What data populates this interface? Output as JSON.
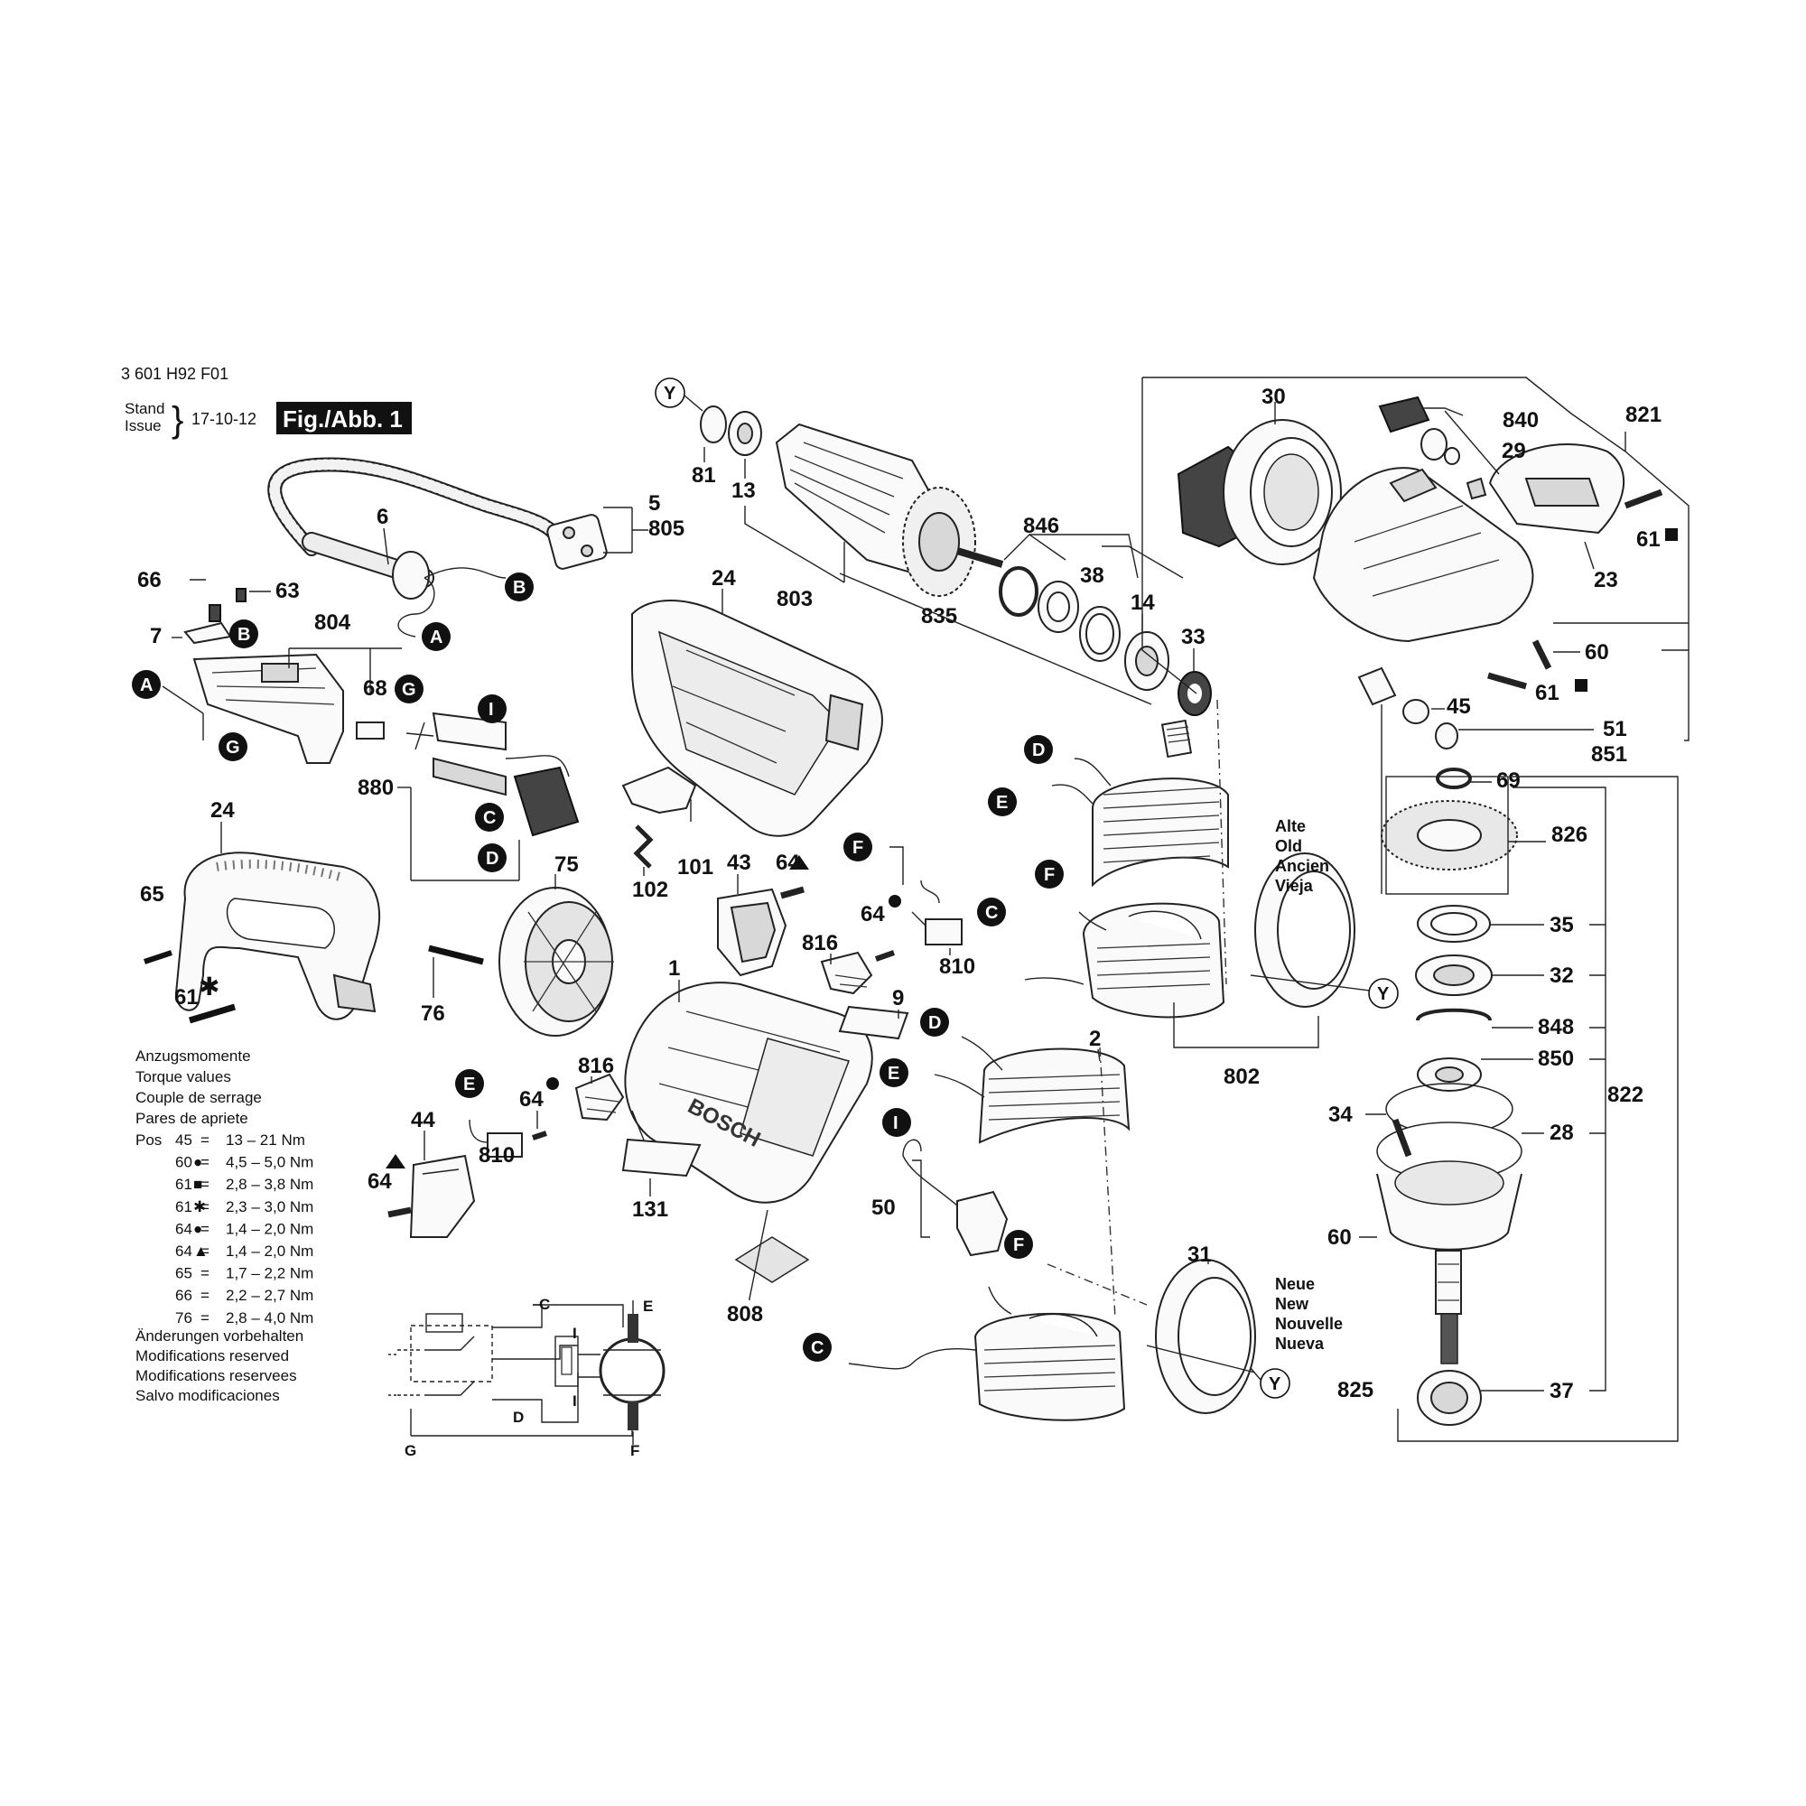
{
  "header": {
    "doc_number": "3 601 H92 F01",
    "stand_label": "Stand",
    "issue_label": "Issue",
    "date": "17-10-12",
    "figure_label": "Fig./Abb. 1"
  },
  "part_labels": {
    "p1": "1",
    "p2": "2",
    "p5": "5",
    "p6": "6",
    "p7": "7",
    "p9": "9",
    "p13": "13",
    "p14": "14",
    "p23": "23",
    "p24a": "24",
    "p24b": "24",
    "p28": "28",
    "p29": "29",
    "p30": "30",
    "p31": "31",
    "p32": "32",
    "p33": "33",
    "p34": "34",
    "p35": "35",
    "p37": "37",
    "p38": "38",
    "p43": "43",
    "p44": "44",
    "p45": "45",
    "p50": "50",
    "p51": "51",
    "p60a": "60",
    "p60b": "60",
    "p61a": "61",
    "p61b": "61",
    "p61c": "61",
    "p63": "63",
    "p64a": "64",
    "p64b": "64",
    "p64c": "64",
    "p64d": "64",
    "p65": "65",
    "p66": "66",
    "p68": "68",
    "p69": "69",
    "p75": "75",
    "p76": "76",
    "p81": "81",
    "p101": "101",
    "p102": "102",
    "p131": "131",
    "p802": "802",
    "p803": "803",
    "p804": "804",
    "p805": "805",
    "p808": "808",
    "p810a": "810",
    "p810b": "810",
    "p816a": "816",
    "p816b": "816",
    "p821": "821",
    "p822": "822",
    "p825": "825",
    "p826": "826",
    "p835": "835",
    "p840": "840",
    "p846": "846",
    "p848": "848",
    "p850": "850",
    "p851": "851",
    "p880": "880"
  },
  "connector_badges": {
    "A": "A",
    "B": "B",
    "C": "C",
    "D": "D",
    "E": "E",
    "F": "F",
    "G": "G",
    "I": "I",
    "Y": "Y"
  },
  "field_old": [
    "Alte",
    "Old",
    "Ancien",
    "Vieja"
  ],
  "field_new": [
    "Neue",
    "New",
    "Nouvelle",
    "Nueva"
  ],
  "torque": {
    "headings": [
      "Anzugsmomente",
      "Torque values",
      "Couple de serrage",
      "Pares de apriete"
    ],
    "pos_label": "Pos",
    "rows": [
      {
        "pos": "45",
        "mark": "",
        "eq": "=",
        "value": "13 – 21 Nm"
      },
      {
        "pos": "60",
        "mark": "●",
        "eq": "=",
        "value": "4,5 – 5,0 Nm"
      },
      {
        "pos": "61",
        "mark": "■",
        "eq": "=",
        "value": "2,8 – 3,8 Nm"
      },
      {
        "pos": "61",
        "mark": "✱",
        "eq": "=",
        "value": "2,3 – 3,0 Nm"
      },
      {
        "pos": "64",
        "mark": "●",
        "eq": "=",
        "value": "1,4 – 2,0 Nm"
      },
      {
        "pos": "64",
        "mark": "▲",
        "eq": "=",
        "value": "1,4 – 2,0 Nm"
      },
      {
        "pos": "65",
        "mark": "",
        "eq": "=",
        "value": "1,7 – 2,2 Nm"
      },
      {
        "pos": "66",
        "mark": "",
        "eq": "=",
        "value": "2,2 – 2,7 Nm"
      },
      {
        "pos": "76",
        "mark": "",
        "eq": "=",
        "value": "2,8 – 4,0 Nm"
      }
    ]
  },
  "notes": [
    "Änderungen vorbehalten",
    "Modifications reserved",
    "Modifications reservees",
    "Salvo modificaciones"
  ],
  "wiring": {
    "C": "C",
    "D": "D",
    "E": "E",
    "F": "F",
    "G": "G",
    "I1": "I",
    "I2": "I"
  },
  "brand_mark": "BOSCH"
}
